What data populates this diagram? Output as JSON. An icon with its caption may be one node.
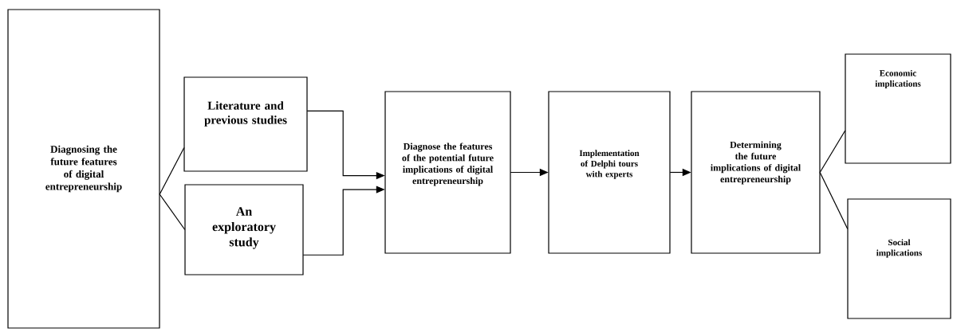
{
  "diagram": {
    "nodes": [
      {
        "text": [
          "Diagnosing the future features of digital entrepreneurship"
        ]
      },
      {
        "text": [
          "Literature and previous studies"
        ]
      },
      {
        "text": [
          "An exploratory study"
        ]
      },
      {
        "text": [
          "Diagnose the features of the potential future implications of digital entrepreneurship"
        ]
      },
      {
        "text": [
          "Implementation of Delphi tours with experts"
        ]
      },
      {
        "text": [
          "Determining the future implications of digital entrepreneurship"
        ]
      },
      {
        "text": [
          "Economic implications"
        ]
      },
      {
        "text": [
          "Social implications"
        ]
      }
    ],
    "edges": [
      {
        "from": 0,
        "to": 1,
        "arrow": "none"
      },
      {
        "from": 0,
        "to": 2,
        "arrow": "none"
      },
      {
        "from": 1,
        "to": 3,
        "arrow": "to"
      },
      {
        "from": 2,
        "to": 3,
        "arrow": "to"
      },
      {
        "from": 3,
        "to": 4,
        "arrow": "to"
      },
      {
        "from": 4,
        "to": 5,
        "arrow": "to"
      },
      {
        "from": 5,
        "to": 6,
        "arrow": "none"
      },
      {
        "from": 5,
        "to": 7,
        "arrow": "none"
      }
    ]
  }
}
